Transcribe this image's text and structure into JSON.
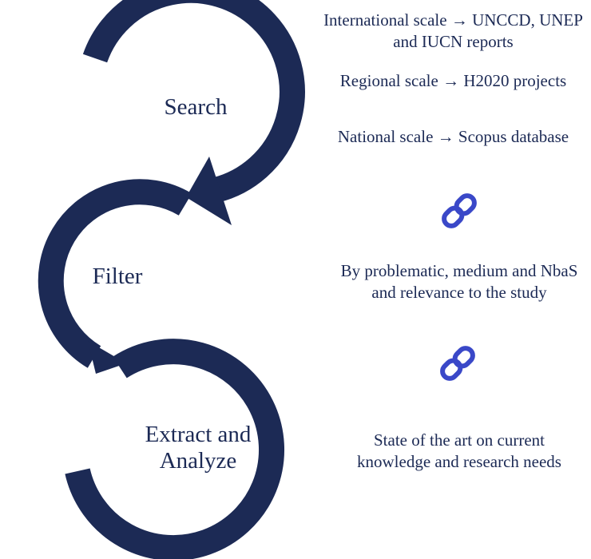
{
  "steps": [
    {
      "label": "Search"
    },
    {
      "label": "Filter"
    },
    {
      "label": "Extract and Analyze"
    }
  ],
  "notes": {
    "international": "International scale → UNCCD, UNEP and IUCN reports",
    "regional": "Regional scale → H2020 projects",
    "national": "National scale → Scopus database",
    "filter": "By problematic, medium and NbaS and relevance to the study",
    "extract": "State of the art on current knowledge and research needs"
  },
  "icons": [
    "link-icon",
    "link-icon"
  ],
  "colors": {
    "arc": "#1c2a55",
    "text": "#1c2a55",
    "link_icon": "#3a48c8"
  }
}
